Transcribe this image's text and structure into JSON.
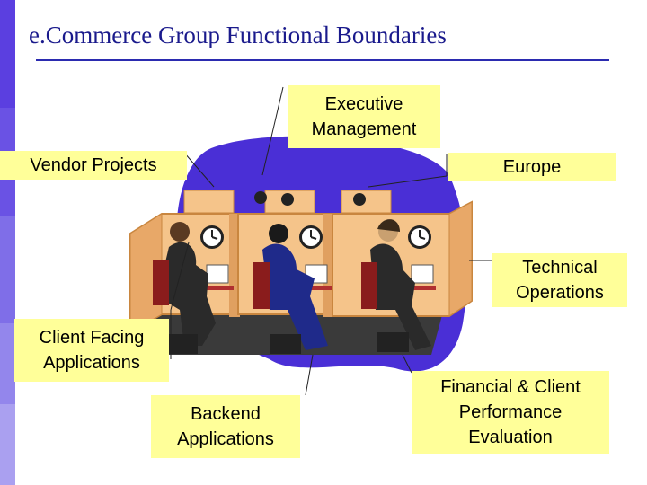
{
  "title": "e.Commerce Group Functional Boundaries",
  "colors": {
    "title": "#1a1a8c",
    "label_fill": "#ffff99",
    "blob": "#4a2fd6",
    "cubicle": "#f5c48a",
    "cubicle_edge": "#c9863f",
    "sidebar_top": "#6b4fe0",
    "sidebar_bottom": "#9a8ef0"
  },
  "labels": {
    "executive": [
      "Executive",
      "Management"
    ],
    "vendor": [
      "Vendor Projects"
    ],
    "europe": [
      "Europe"
    ],
    "technical": [
      "Technical",
      "Operations"
    ],
    "client_facing": [
      "Client Facing",
      "Applications"
    ],
    "backend": [
      "Backend",
      "Applications"
    ],
    "financial": [
      "Financial & Client",
      "Performance",
      "Evaluation"
    ]
  }
}
